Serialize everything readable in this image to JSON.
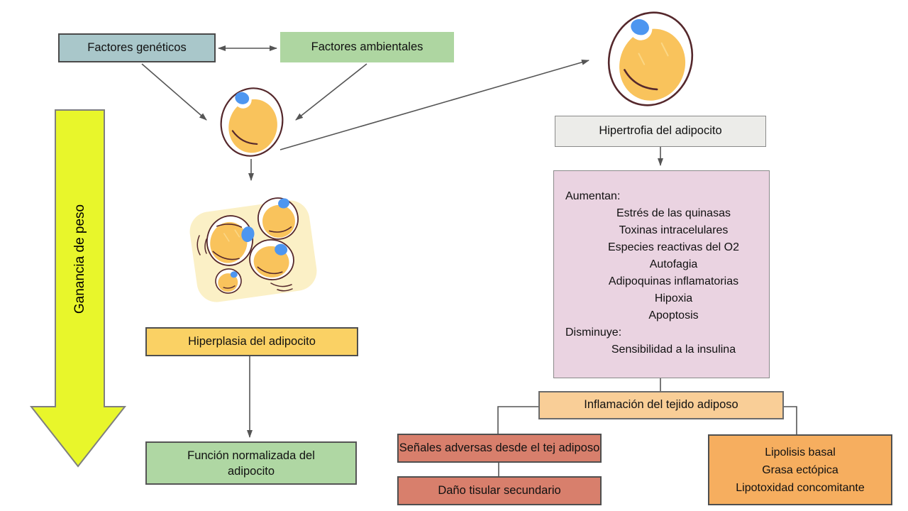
{
  "diagram": {
    "nodes": {
      "factores_geneticos": {
        "label": "Factores genéticos"
      },
      "factores_ambientales": {
        "label": "Factores ambientales"
      },
      "hipertrofia": {
        "label": "Hipertrofia del adipocito"
      },
      "cambios": {
        "header_aumentan": "Aumentan:",
        "aumentan": [
          "Estrés de las quinasas",
          "Toxinas intracelulares",
          "Especies reactivas del O2",
          "Autofagia",
          "Adipoquinas inflamatorias",
          "Hipoxia",
          "Apoptosis"
        ],
        "header_disminuye": "Disminuye:",
        "disminuye": [
          "Sensibilidad a la insulina"
        ]
      },
      "inflamacion": {
        "label": "Inflamación del tejido adiposo"
      },
      "senales_adversas": {
        "label": "Señales adversas desde el tej adiposo"
      },
      "dano_tisular": {
        "label": "Daño tisular secundario"
      },
      "lipolisis": {
        "lines": [
          "Lipolisis basal",
          "Grasa ectópica",
          "Lipotoxidad concomitante"
        ]
      },
      "hiperplasia": {
        "label": "Hiperplasia del adipocito"
      },
      "funcion_normalizada": {
        "lines": [
          "Función normalizada del",
          "adipocito"
        ]
      }
    },
    "side_arrow": {
      "label": "Ganancia de peso"
    },
    "colors": {
      "genetic_fill": "#A9C7CA",
      "ambient_fill": "#AED6A1",
      "hypertrophy_fill": "#ECECE9",
      "changes_fill": "#EAD3E1",
      "inflammation_fill": "#F9CE97",
      "adverse_fill": "#D87F6C",
      "lipolysis_fill": "#F6AE5F",
      "hyperplasia_fill": "#FAD164",
      "function_fill": "#AFD7A3",
      "weight_arrow_fill": "#E8F62B",
      "connector": "#555555",
      "cell_outline": "#55282C",
      "cell_fat": "#F9C35C",
      "cell_nucleus": "#4D96F0",
      "cluster_background": "#FBF0C6"
    }
  }
}
